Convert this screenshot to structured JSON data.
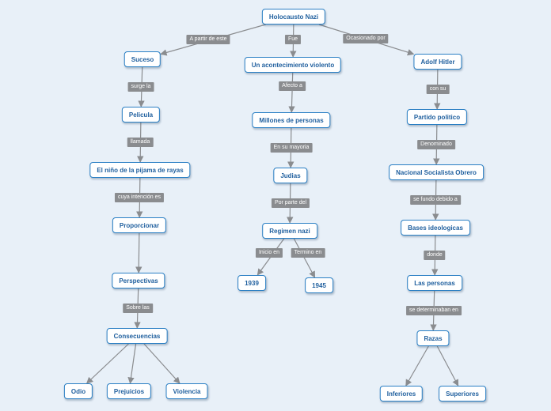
{
  "nodes": [
    {
      "id": "holocausto",
      "label": "Holocausto Nazi"
    },
    {
      "id": "suceso",
      "label": "Suceso"
    },
    {
      "id": "acontecimiento",
      "label": "Un acontecimiento violento"
    },
    {
      "id": "hitler",
      "label": "Adolf Hitler"
    },
    {
      "id": "pelicula",
      "label": "Pelicula"
    },
    {
      "id": "millones",
      "label": "Millones de personas"
    },
    {
      "id": "partido",
      "label": "Partido politico"
    },
    {
      "id": "nino",
      "label": "El niño de la pijama de rayas"
    },
    {
      "id": "judias",
      "label": "Judias"
    },
    {
      "id": "nacional",
      "label": "Nacional Socialista Obrero"
    },
    {
      "id": "proporcionar",
      "label": "Proporcionar"
    },
    {
      "id": "regimen",
      "label": "Regimen nazi"
    },
    {
      "id": "bases",
      "label": "Bases ideologicas"
    },
    {
      "id": "perspectivas",
      "label": "Perspectivas"
    },
    {
      "id": "y1939",
      "label": "1939"
    },
    {
      "id": "y1945",
      "label": "1945"
    },
    {
      "id": "personas",
      "label": "Las personas"
    },
    {
      "id": "consecuencias",
      "label": "Consecuencias"
    },
    {
      "id": "razas",
      "label": "Razas"
    },
    {
      "id": "odio",
      "label": "Odio"
    },
    {
      "id": "prejuicios",
      "label": "Prejuicios"
    },
    {
      "id": "violencia",
      "label": "Violencia"
    },
    {
      "id": "inferiores",
      "label": "Inferiores"
    },
    {
      "id": "superiores",
      "label": "Superiores"
    }
  ],
  "edges": [
    {
      "from": "holocausto",
      "to": "suceso",
      "label": "A partir de este"
    },
    {
      "from": "holocausto",
      "to": "acontecimiento",
      "label": "Fue"
    },
    {
      "from": "holocausto",
      "to": "hitler",
      "label": "Ocasionado por"
    },
    {
      "from": "suceso",
      "to": "pelicula",
      "label": "surge la"
    },
    {
      "from": "pelicula",
      "to": "nino",
      "label": "llamada"
    },
    {
      "from": "nino",
      "to": "proporcionar",
      "label": "cuya intención es"
    },
    {
      "from": "proporcionar",
      "to": "perspectivas",
      "label": ""
    },
    {
      "from": "perspectivas",
      "to": "consecuencias",
      "label": "Sobre las"
    },
    {
      "from": "consecuencias",
      "to": "odio",
      "label": ""
    },
    {
      "from": "consecuencias",
      "to": "prejuicios",
      "label": ""
    },
    {
      "from": "consecuencias",
      "to": "violencia",
      "label": ""
    },
    {
      "from": "acontecimiento",
      "to": "millones",
      "label": "Afecto a"
    },
    {
      "from": "millones",
      "to": "judias",
      "label": "En su mayoria"
    },
    {
      "from": "judias",
      "to": "regimen",
      "label": "Por parte del"
    },
    {
      "from": "regimen",
      "to": "y1939",
      "label": "Inicio en"
    },
    {
      "from": "regimen",
      "to": "y1945",
      "label": "Termino en"
    },
    {
      "from": "hitler",
      "to": "partido",
      "label": "con su"
    },
    {
      "from": "partido",
      "to": "nacional",
      "label": "Denominado"
    },
    {
      "from": "nacional",
      "to": "bases",
      "label": "se fundo debido a"
    },
    {
      "from": "bases",
      "to": "personas",
      "label": "donde"
    },
    {
      "from": "personas",
      "to": "razas",
      "label": "se determinaban en"
    },
    {
      "from": "razas",
      "to": "inferiores",
      "label": ""
    },
    {
      "from": "razas",
      "to": "superiores",
      "label": ""
    }
  ],
  "colors": {
    "background": "#e8f0f8",
    "node_border": "#2a7fc4",
    "node_text": "#1f5f9e",
    "edge_line": "#8a8c8f",
    "edge_label_bg": "#8a8c8f"
  }
}
